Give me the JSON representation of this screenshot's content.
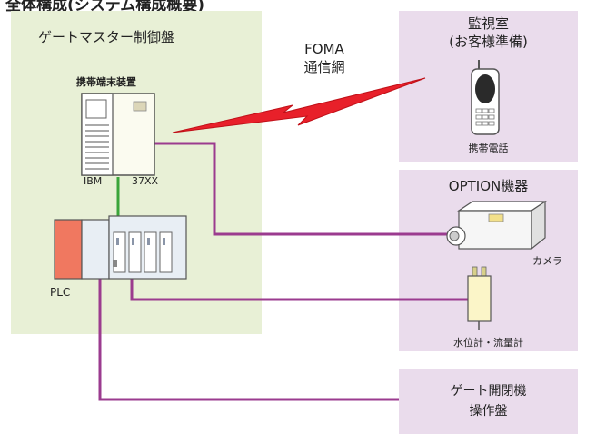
{
  "page_heading": "全体構成(システム構成概要)",
  "gate_master_panel": {
    "title": "ゲートマスター制御盤",
    "terminal_label": "携帯端末装置",
    "terminal_model_left": "IBM",
    "terminal_model_right": "37XX",
    "plc_label": "PLC"
  },
  "network": {
    "line1": "FOMA",
    "line2": "通信網"
  },
  "monitor_room": {
    "title_line1": "監視室",
    "title_line2": "(お客様準備)",
    "phone_label": "携帯電話"
  },
  "option_panel": {
    "title": "OPTION機器",
    "camera_label": "カメラ",
    "meter_label": "水位計・流量計"
  },
  "gate_operation_panel": {
    "line1": "ゲート開閉機",
    "line2": "操作盤"
  },
  "colors": {
    "panel_green": "#e8f0d6",
    "panel_pink": "#eadcec",
    "wire_purple": "#9b3b8f",
    "wire_green": "#3aa53a",
    "signal_red": "#e8202a",
    "plc_orange": "#f07860"
  }
}
